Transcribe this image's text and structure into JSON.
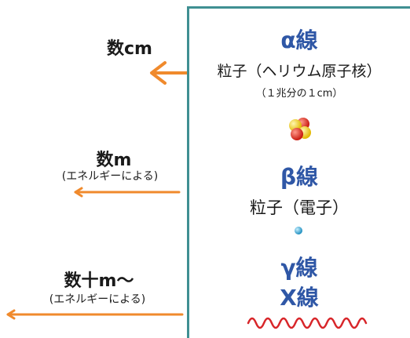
{
  "left": {
    "alpha_range": "数cm",
    "beta_range": "数m",
    "beta_note": "(エネルギーによる)",
    "gamma_range": "数十m〜",
    "gamma_note": "(エネルギーによる)"
  },
  "right": {
    "alpha_title": "α線",
    "alpha_desc": "粒子（ヘリウム原子核）",
    "alpha_sub": "（１兆分の１cm）",
    "beta_title": "β線",
    "beta_desc": "粒子（電子）",
    "gamma_title": "γ線",
    "x_title": "X線"
  },
  "colors": {
    "arrow_orange": "#f08a2c",
    "panel_border": "#3f8f92",
    "title_blue": "#2f57a6",
    "wave_red": "#d8262a"
  }
}
